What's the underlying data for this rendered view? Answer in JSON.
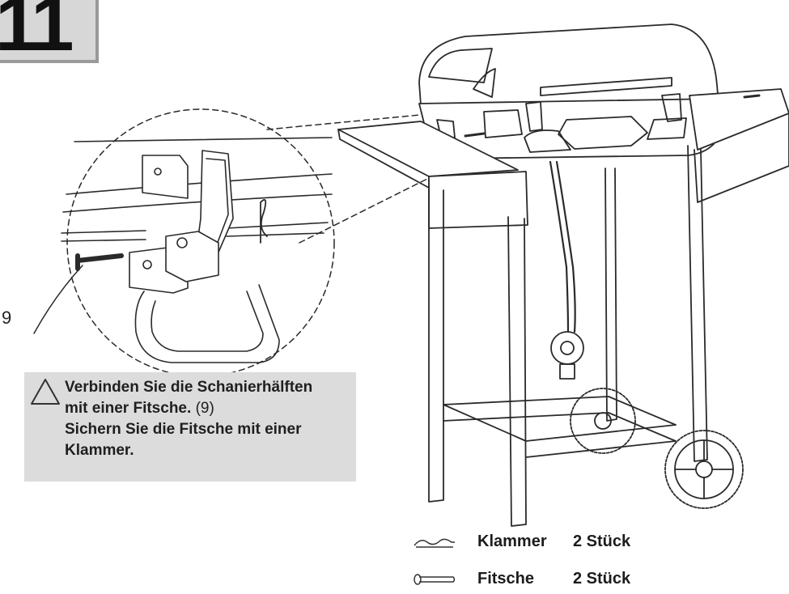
{
  "step": {
    "number": "11"
  },
  "callout": {
    "label": "9"
  },
  "instruction": {
    "line1": "Verbinden Sie die Schanierhälften",
    "line2": "mit einer Fitsche.",
    "line2_ref": "(9)",
    "line3": "Sichern Sie die Fitsche mit einer",
    "line4": "Klammer.",
    "icon": "warning-triangle-icon"
  },
  "parts": [
    {
      "icon": "clip-icon",
      "name": "Klammer",
      "qty": "2 Stück"
    },
    {
      "icon": "pin-icon",
      "name": "Fitsche",
      "qty": "2 Stück"
    }
  ],
  "colors": {
    "badge": "#d7d7d7",
    "badge_shadow": "#9a9a9a",
    "note_box": "#dcdcdc",
    "line_art": "#2a2a2a"
  }
}
